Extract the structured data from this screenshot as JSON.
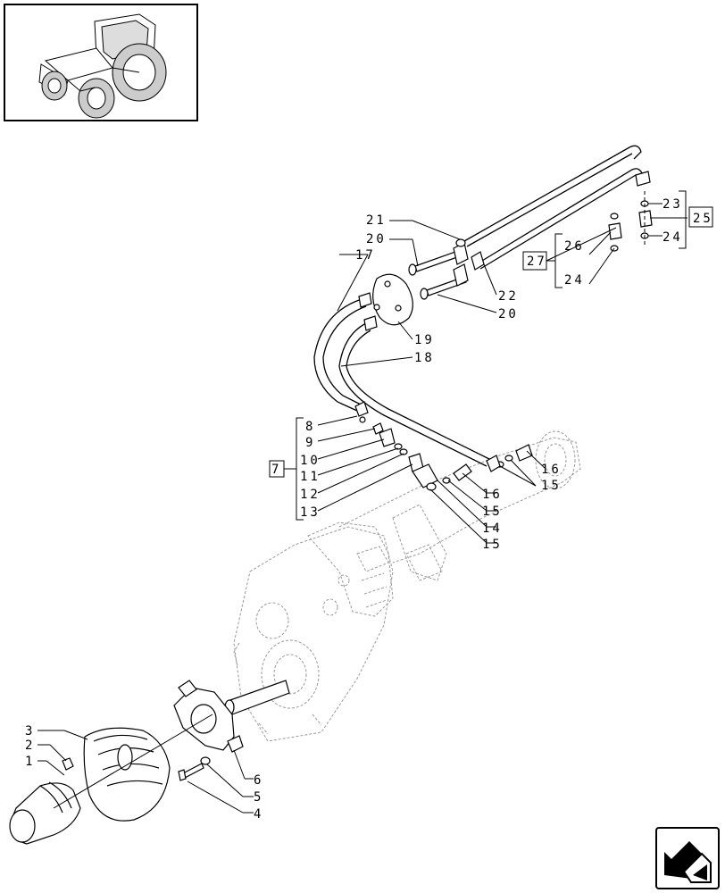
{
  "thumbnail": {
    "icon": "tractor-icon"
  },
  "nav": {
    "icon": "next-page-arrow-icon"
  },
  "callouts": {
    "n1": "1",
    "n2": "2",
    "n3": "3",
    "n4": "4",
    "n5": "5",
    "n6": "6",
    "n7": "7",
    "n8": "8",
    "n9": "9",
    "n10": "10",
    "n11": "11",
    "n12": "12",
    "n13": "13",
    "n14": "14",
    "n15a": "15",
    "n15b": "15",
    "n15c": "15",
    "n16a": "16",
    "n16b": "16",
    "n17": "17",
    "n18": "18",
    "n19": "19",
    "n20a": "20",
    "n20b": "20",
    "n21": "21",
    "n22": "22",
    "n23": "23",
    "n24a": "24",
    "n24b": "24",
    "n25": "25",
    "n26": "26",
    "n27": "27"
  }
}
